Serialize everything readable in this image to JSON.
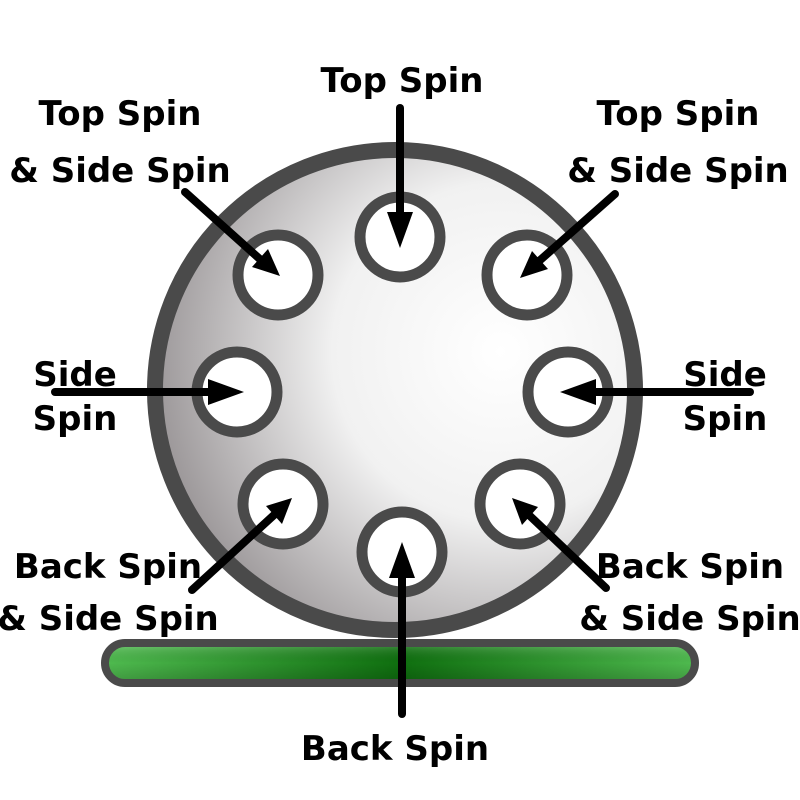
{
  "colors": {
    "ball_edge": "#4a4a4a",
    "ball_light": "#ffffff",
    "ball_dark": "#8f8a8c",
    "table_light": "#4fba4f",
    "table_dark": "#0f6f0f",
    "arrow": "#000000"
  },
  "labels": {
    "top": "Top Spin",
    "top_left_line1": "Top Spin",
    "top_left_line2": "& Side Spin",
    "top_right_line1": "Top Spin",
    "top_right_line2": "& Side Spin",
    "left_line1": "Side",
    "left_line2": "Spin",
    "right_line1": "Side",
    "right_line2": "Spin",
    "bottom_left_line1": "Back Spin",
    "bottom_left_line2": "& Side Spin",
    "bottom_right_line1": "Back Spin",
    "bottom_right_line2": "& Side Spin",
    "bottom": "Back Spin"
  }
}
